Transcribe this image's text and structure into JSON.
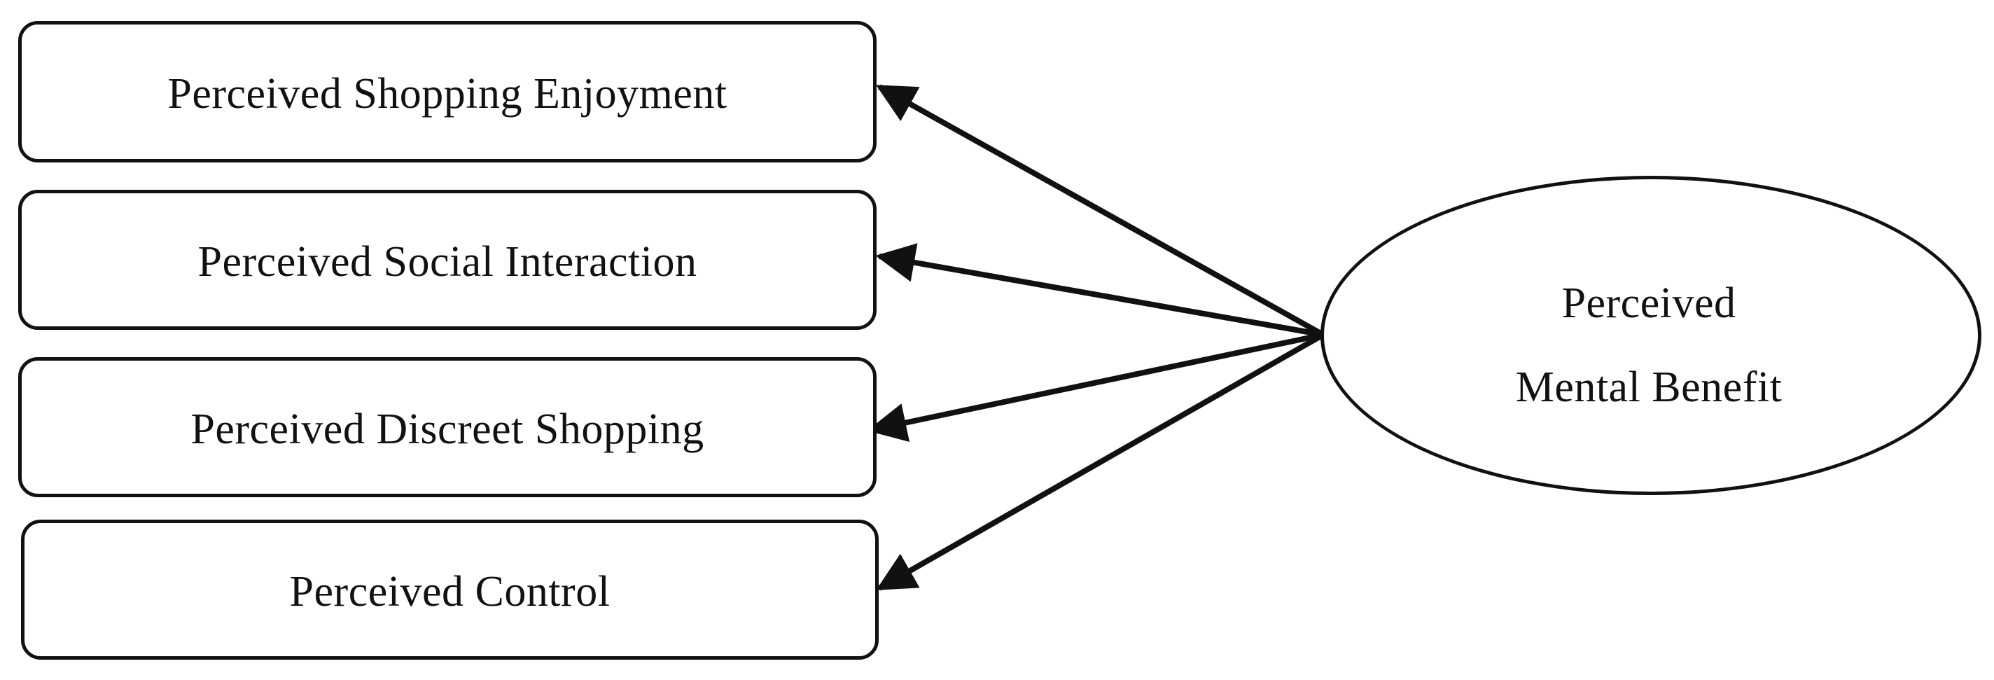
{
  "diagram": {
    "construct": {
      "line1": "Perceived",
      "line2": "Mental Benefit"
    },
    "factors": [
      {
        "id": "enjoyment",
        "label": "Perceived Shopping Enjoyment"
      },
      {
        "id": "social",
        "label": "Perceived Social Interaction"
      },
      {
        "id": "discreet",
        "label": "Perceived Discreet Shopping"
      },
      {
        "id": "control",
        "label": "Perceived Control"
      }
    ],
    "edges": [
      {
        "from": "construct",
        "to": "enjoyment"
      },
      {
        "from": "construct",
        "to": "social"
      },
      {
        "from": "construct",
        "to": "discreet"
      },
      {
        "from": "construct",
        "to": "control"
      }
    ],
    "colors": {
      "stroke": "#111111",
      "background": "#ffffff"
    }
  }
}
